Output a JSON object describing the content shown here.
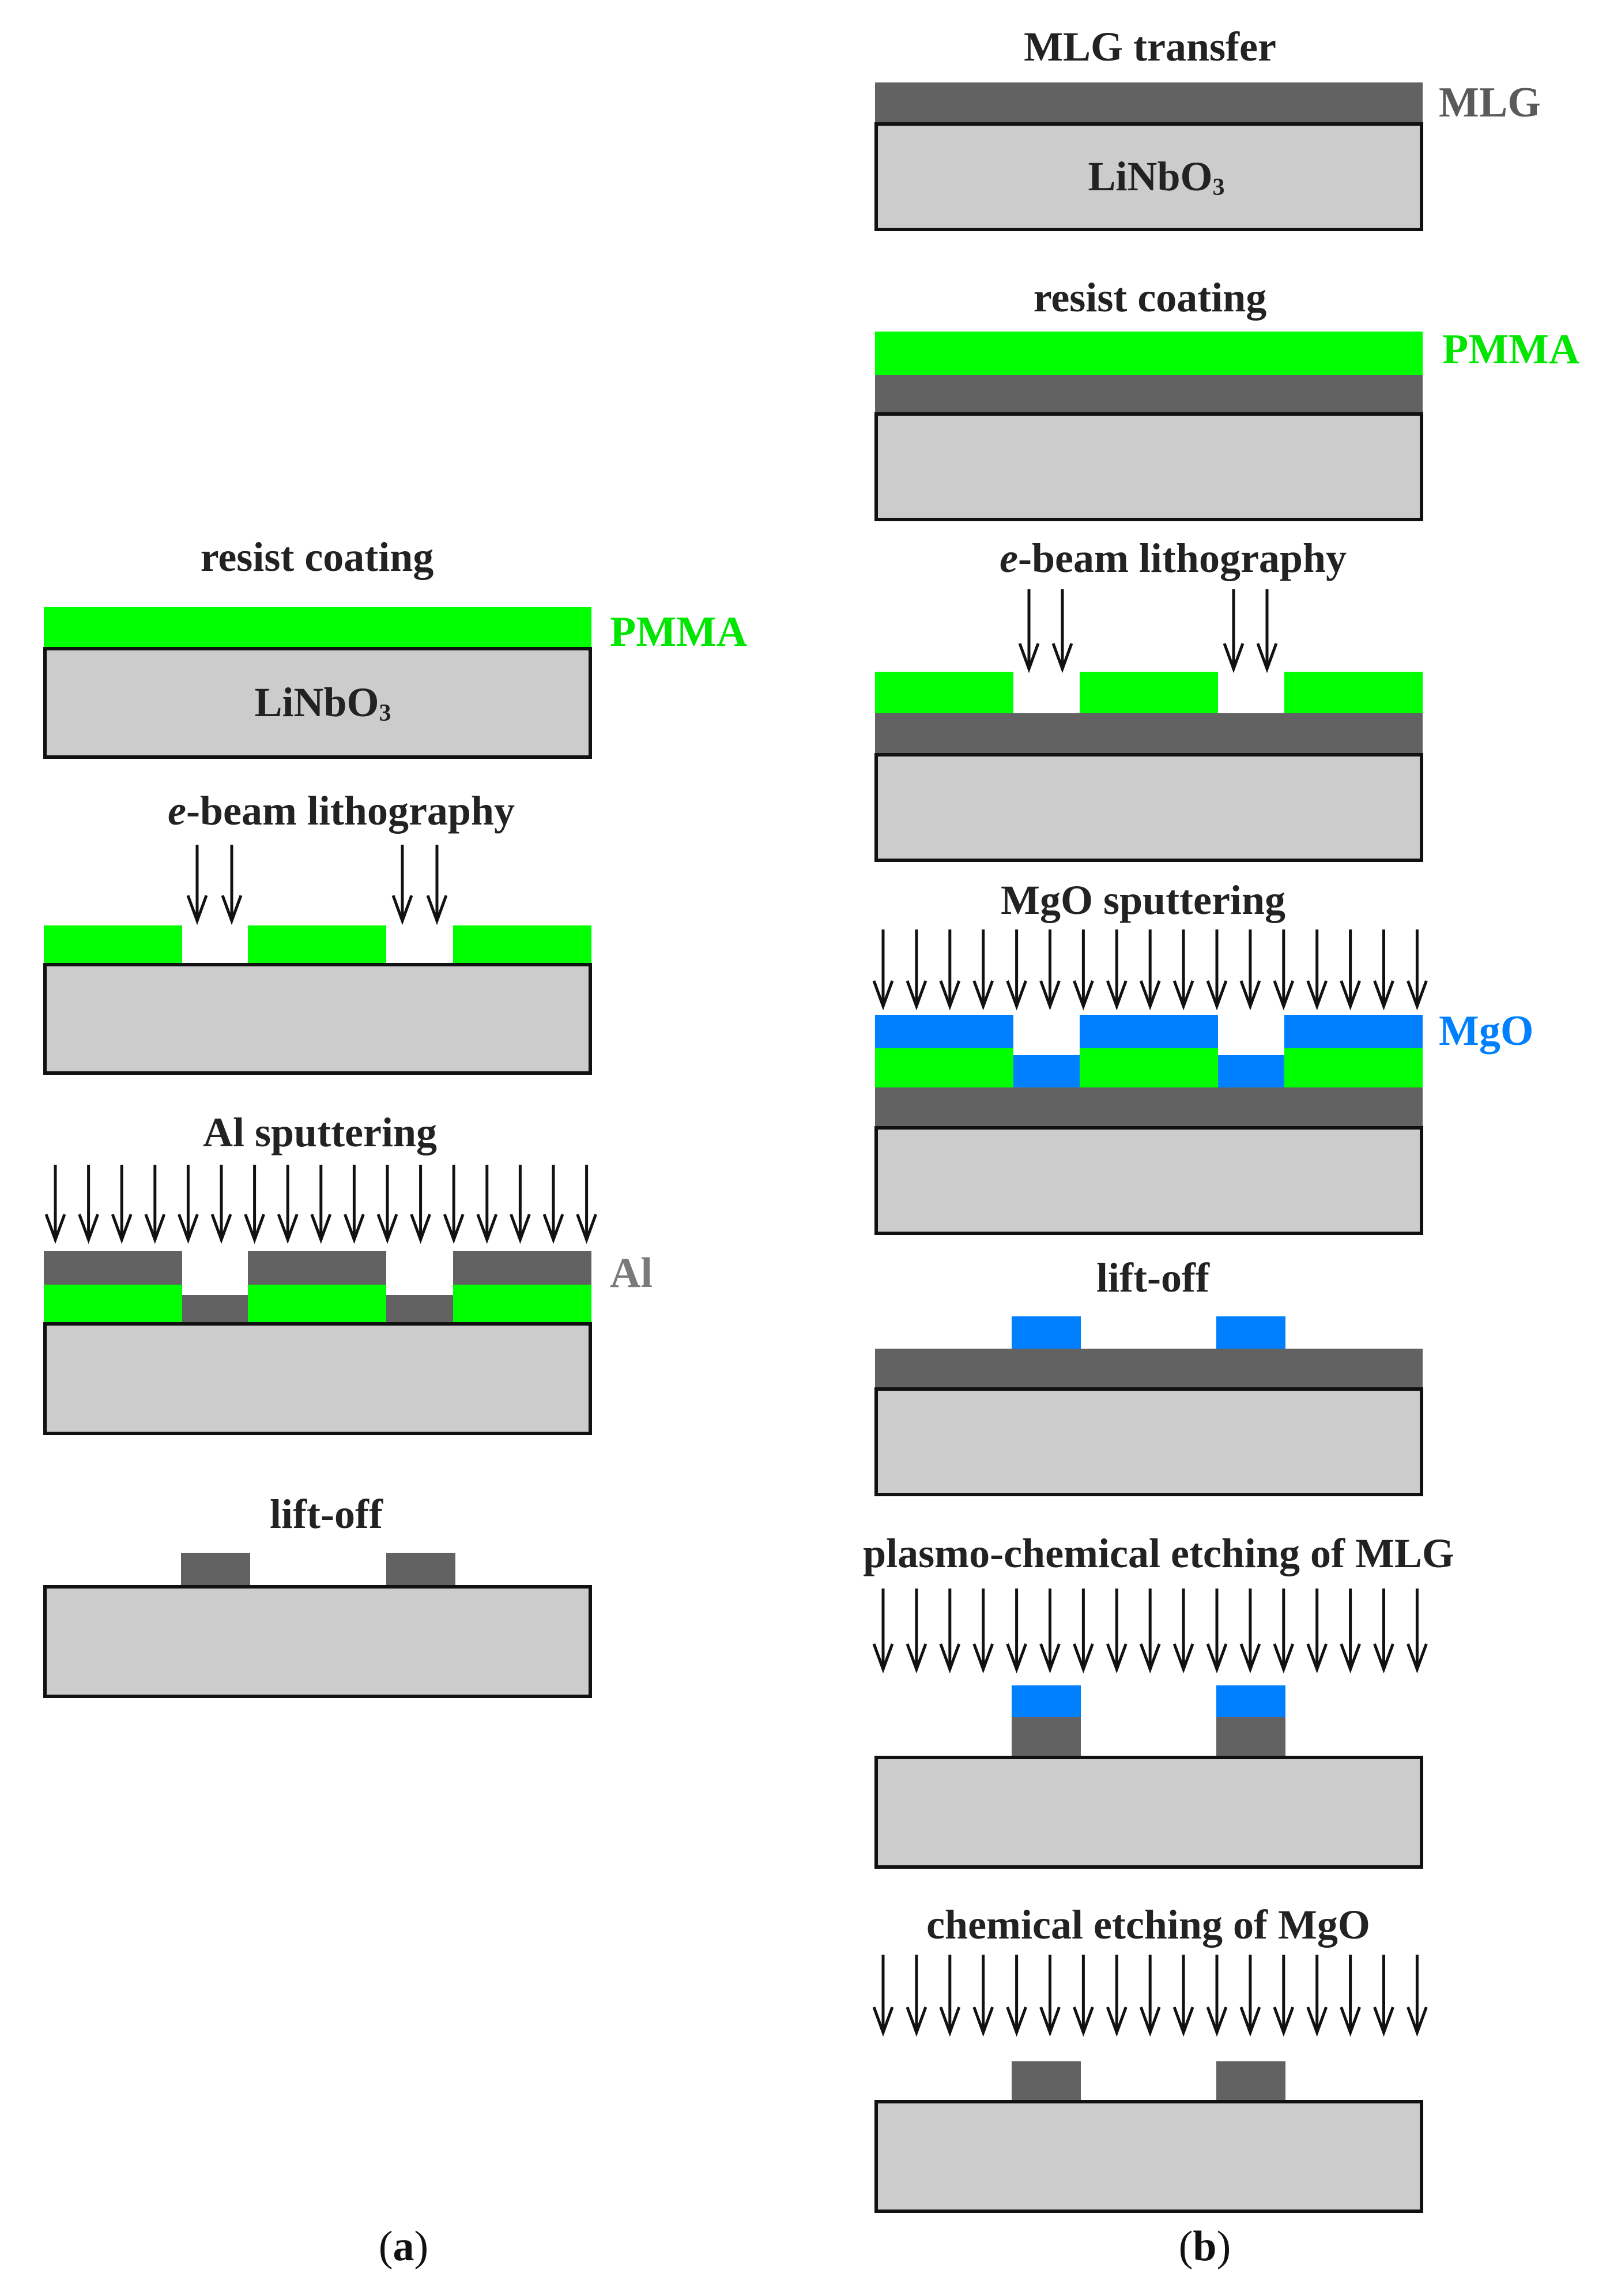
{
  "colors": {
    "substrate": "#cccccc",
    "graphite": "#626262",
    "resist": "#00ff00",
    "mgo": "#0080ff",
    "outline": "#111111",
    "text": "#222222",
    "label_al": "#7a7a7a",
    "label_mlg": "#5a5a5a"
  },
  "panel_a": {
    "caption_open": "(",
    "caption_letter": "a",
    "caption_close": ")",
    "substrate_label": "LiNbO",
    "substrate_sub": "3",
    "layer_labels": {
      "pmma": "PMMA",
      "al": "Al"
    },
    "steps": [
      {
        "title": "resist coating"
      },
      {
        "title_em": "e",
        "title_rest": "-beam lithography"
      },
      {
        "title": "Al sputtering"
      },
      {
        "title": "lift-off"
      }
    ]
  },
  "panel_b": {
    "caption_open": "(",
    "caption_letter": "b",
    "caption_close": ")",
    "substrate_label": "LiNbO",
    "substrate_sub": "3",
    "layer_labels": {
      "mlg": "MLG",
      "pmma": "PMMA",
      "mgo": "MgO"
    },
    "steps": [
      {
        "title": "MLG transfer"
      },
      {
        "title": "resist coating"
      },
      {
        "title_em": "e",
        "title_rest": "-beam lithography"
      },
      {
        "title": "MgO sputtering"
      },
      {
        "title": "lift-off"
      },
      {
        "title": "plasmo-chemical etching of MLG"
      },
      {
        "title": "chemical etching of MgO"
      }
    ]
  }
}
